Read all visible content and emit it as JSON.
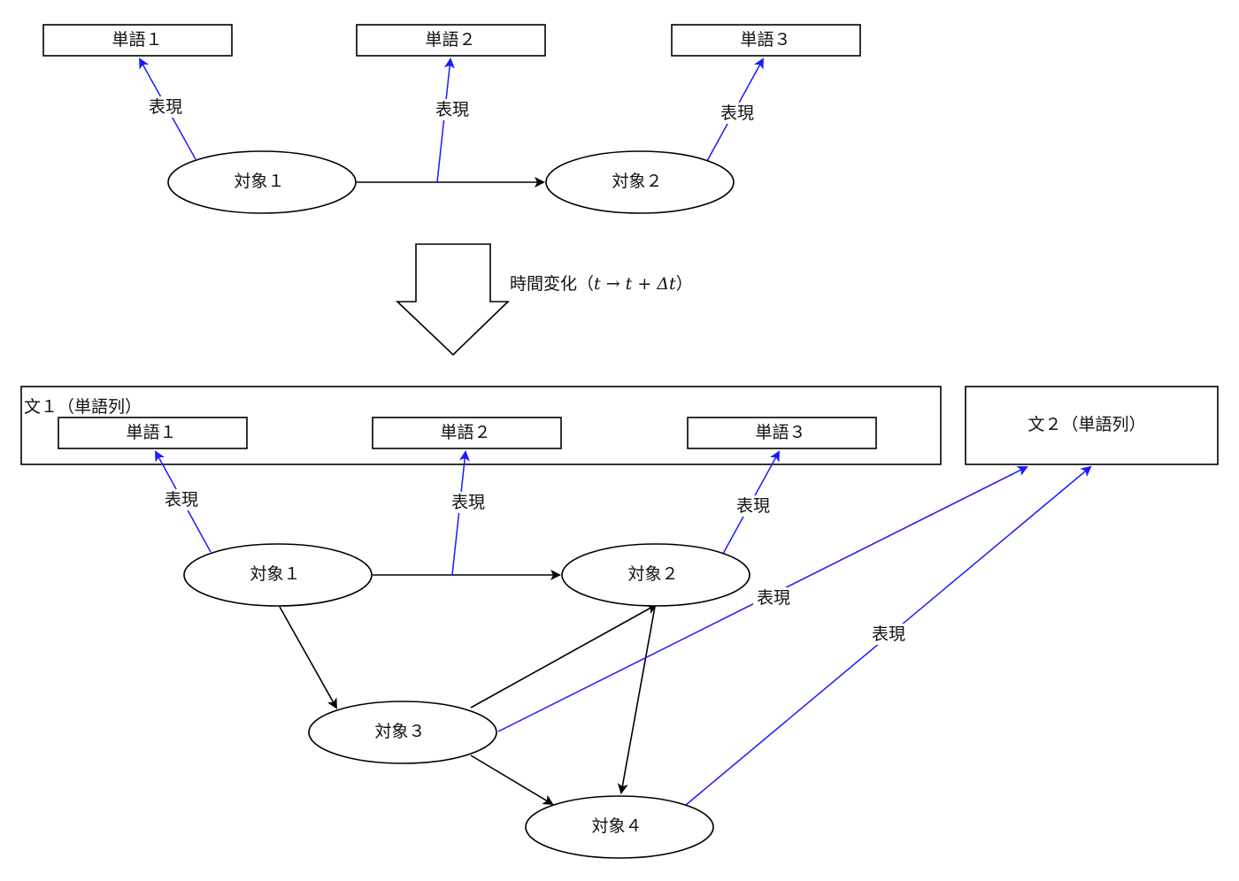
{
  "colors": {
    "represent_edge": "#1a1aff",
    "relation_edge": "#000000",
    "background": "#ffffff"
  },
  "before": {
    "words": [
      "単語１",
      "単語２",
      "単語３"
    ],
    "objects": [
      "対象１",
      "対象２"
    ],
    "edge_label": "表現"
  },
  "transition": {
    "label_prefix": "時間変化（",
    "label_math": "t → t + Δt",
    "label_suffix": "）"
  },
  "after": {
    "sentence1": {
      "title": "文１（単語列）",
      "words": [
        "単語１",
        "単語２",
        "単語３"
      ]
    },
    "sentence2": {
      "title": "文２（単語列）"
    },
    "objects": [
      "対象１",
      "対象２",
      "対象３",
      "対象４"
    ],
    "edge_label": "表現"
  },
  "relations": [
    {
      "from": "対象１",
      "to": "対象２"
    },
    {
      "from": "対象１",
      "to": "対象３"
    },
    {
      "from": "対象３",
      "to": "対象２"
    },
    {
      "from": "対象２",
      "to": "対象４"
    },
    {
      "from": "対象３",
      "to": "対象４"
    }
  ],
  "representations": [
    {
      "from": "対象１",
      "to": "単語１"
    },
    {
      "from": "対象１→対象２",
      "to": "単語２"
    },
    {
      "from": "対象２",
      "to": "単語３"
    },
    {
      "from": "対象３",
      "to": "文２（単語列）"
    },
    {
      "from": "対象４",
      "to": "文２（単語列）"
    }
  ]
}
